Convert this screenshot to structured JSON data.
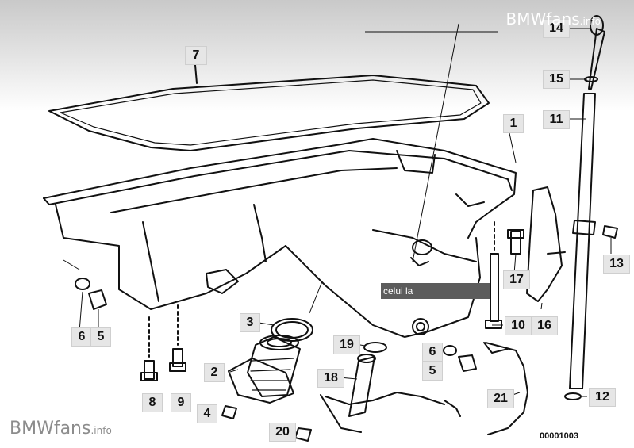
{
  "brand": {
    "name": "BMWfans",
    "suffix": ".info"
  },
  "overlay_text": "celui la",
  "drawing_number": "00001003",
  "callouts": [
    {
      "id": "7",
      "label": "7"
    },
    {
      "id": "14",
      "label": "14"
    },
    {
      "id": "15",
      "label": "15"
    },
    {
      "id": "11",
      "label": "11"
    },
    {
      "id": "1",
      "label": "1"
    },
    {
      "id": "13",
      "label": "13"
    },
    {
      "id": "17",
      "label": "17"
    },
    {
      "id": "16",
      "label": "16"
    },
    {
      "id": "10",
      "label": "10"
    },
    {
      "id": "6a",
      "label": "6"
    },
    {
      "id": "5a",
      "label": "5"
    },
    {
      "id": "3",
      "label": "3"
    },
    {
      "id": "19",
      "label": "19"
    },
    {
      "id": "6b",
      "label": "6"
    },
    {
      "id": "5b",
      "label": "5"
    },
    {
      "id": "2",
      "label": "2"
    },
    {
      "id": "18",
      "label": "18"
    },
    {
      "id": "8",
      "label": "8"
    },
    {
      "id": "9",
      "label": "9"
    },
    {
      "id": "4",
      "label": "4"
    },
    {
      "id": "20",
      "label": "20"
    },
    {
      "id": "21",
      "label": "21"
    },
    {
      "id": "12",
      "label": "12"
    }
  ]
}
